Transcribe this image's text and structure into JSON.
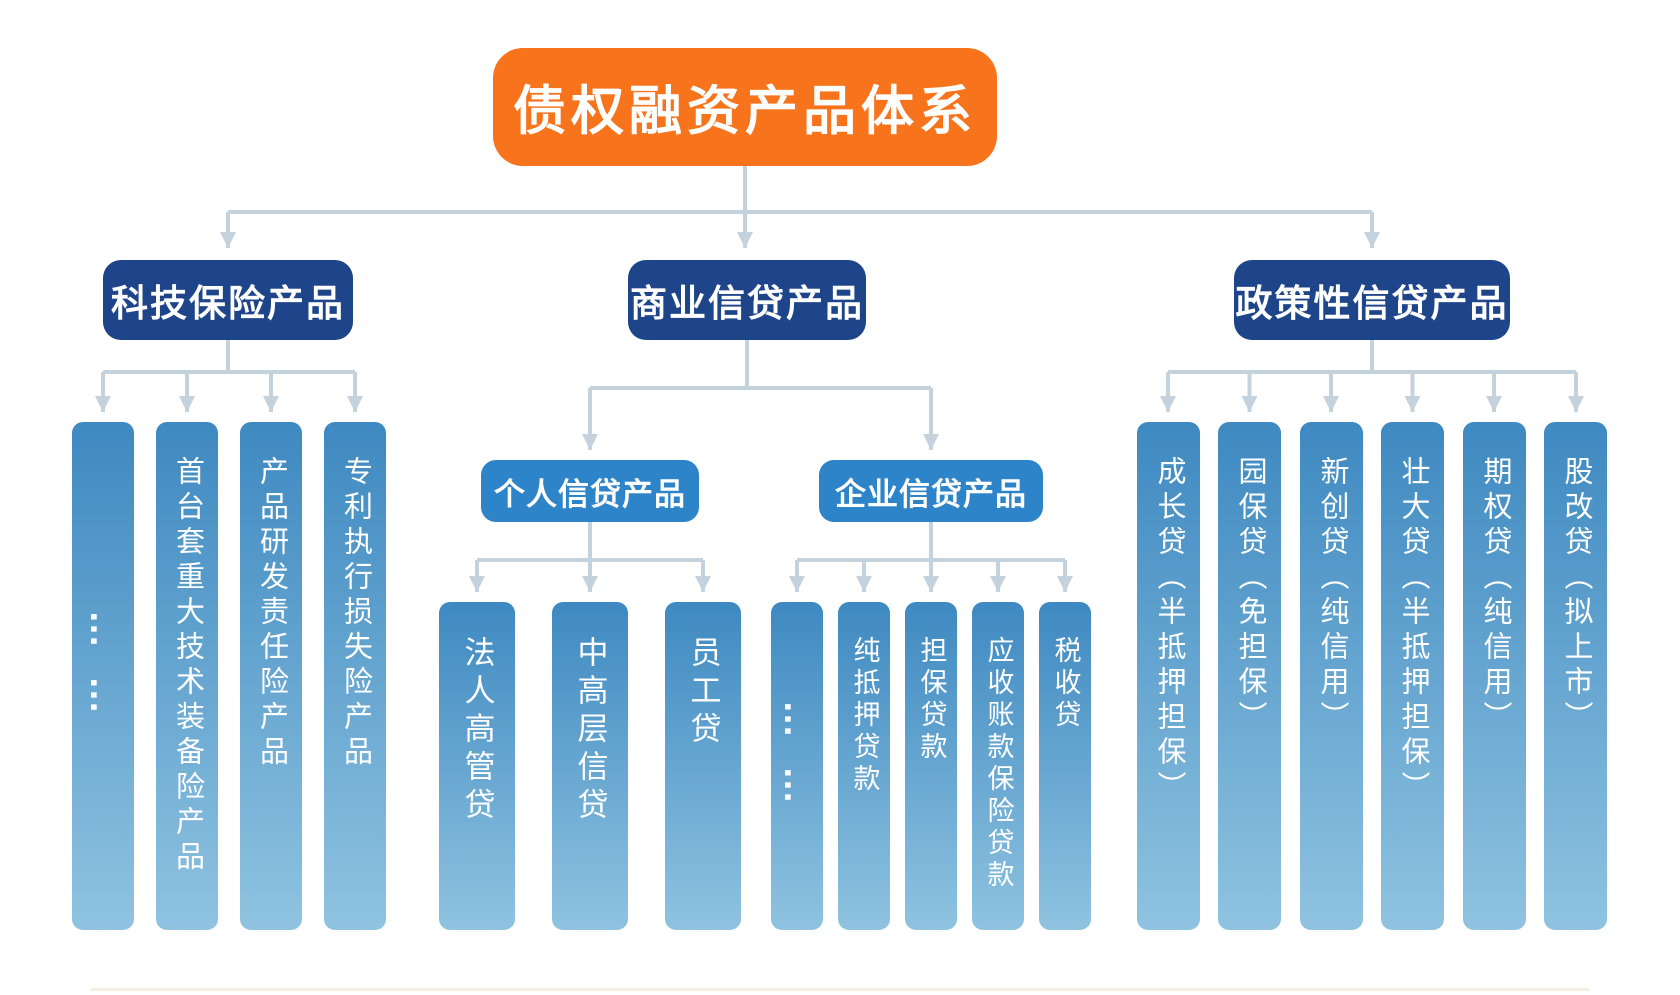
{
  "title": "债权融资产品体系",
  "palette": {
    "orange": "#F8741C",
    "navy": "#1E4489",
    "blue": "#2E84C8",
    "bar_top": "#3E89C1",
    "bar_bottom": "#8FC3E0",
    "connector": "#C3D2DD",
    "text_light": "#FFFFFF"
  },
  "tree": {
    "branches": [
      {
        "label": "科技保险产品",
        "children": [
          {
            "label": "……"
          },
          {
            "label": "首台套重大技术装备险产品"
          },
          {
            "label": "产品研发责任险产品"
          },
          {
            "label": "专利执行损失险产品"
          }
        ]
      },
      {
        "label": "商业信贷产品",
        "children": [
          {
            "label": "个人信贷产品",
            "children": [
              {
                "label": "法人高管贷"
              },
              {
                "label": "中高层信贷"
              },
              {
                "label": "员工贷"
              }
            ]
          },
          {
            "label": "企业信贷产品",
            "children": [
              {
                "label": "……"
              },
              {
                "label": "纯抵押贷款"
              },
              {
                "label": "担保贷款"
              },
              {
                "label": "应收账款保险贷款"
              },
              {
                "label": "税收贷"
              }
            ]
          }
        ]
      },
      {
        "label": "政策性信贷产品",
        "children": [
          {
            "label": "成长贷（半抵押担保）"
          },
          {
            "label": "园保贷（免担保）"
          },
          {
            "label": "新创贷（纯信用）"
          },
          {
            "label": "壮大贷（半抵押担保）"
          },
          {
            "label": "期权贷（纯信用）"
          },
          {
            "label": "股改贷（拟上市）"
          }
        ]
      }
    ]
  }
}
